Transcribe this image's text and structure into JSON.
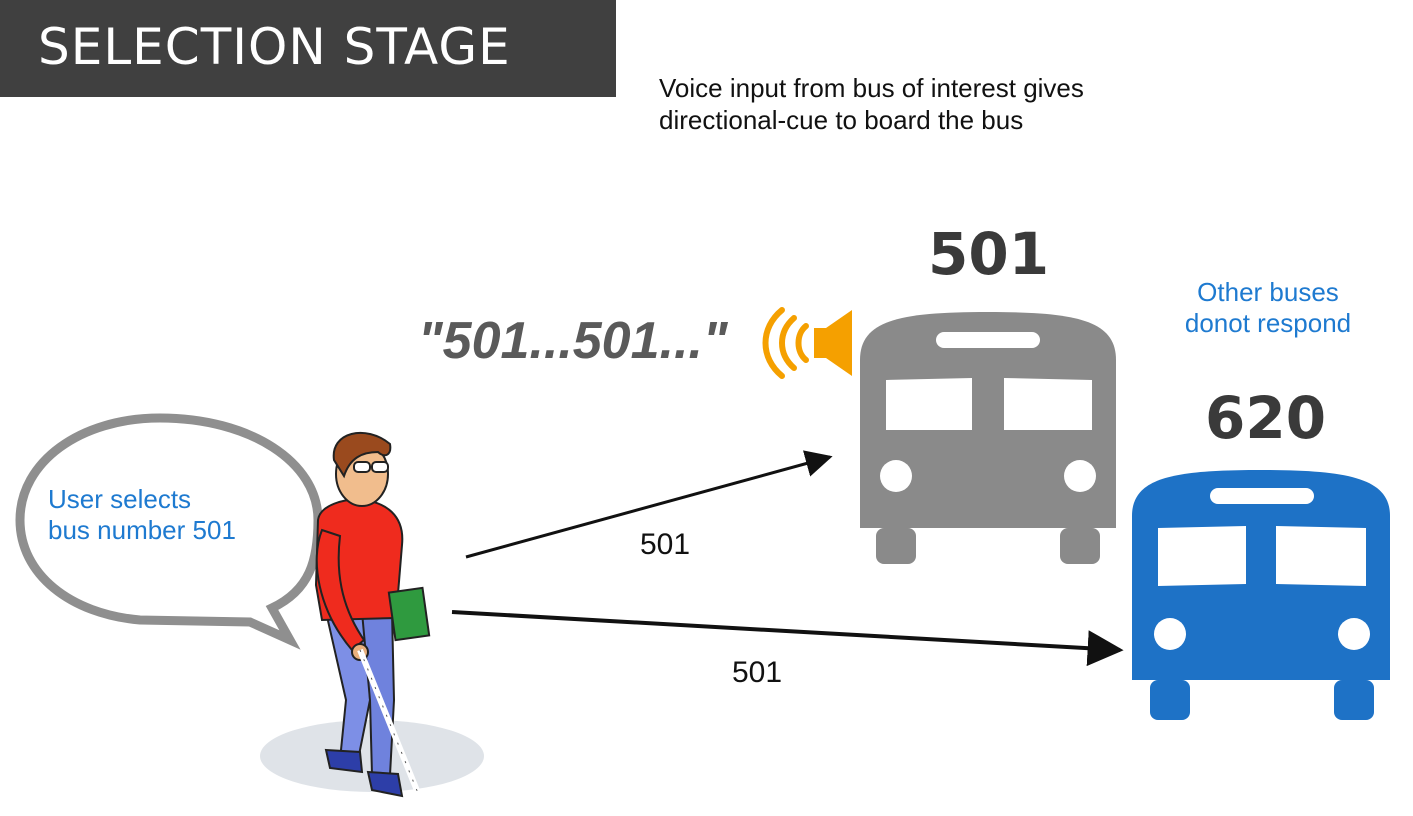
{
  "header": {
    "title": "SELECTION STAGE"
  },
  "caption": {
    "text": "Voice input from bus of interest gives\ndirectional-cue to board the bus"
  },
  "buses": {
    "selected": {
      "number": "501",
      "color": "#8a8a8a",
      "icon": "bus-icon"
    },
    "other": {
      "number": "620",
      "color": "#1e72c6",
      "icon": "bus-icon"
    }
  },
  "other_buses_note": "Other buses\ndonot respond",
  "spoken_announcement": "\"501...501...\"",
  "speaker": {
    "icon": "speaker-sound-icon",
    "color": "#f5a000"
  },
  "user": {
    "speech_bubble": "User selects\nbus number 501",
    "icon": "blind-person-with-cane-icon"
  },
  "signals": [
    {
      "label": "501",
      "target": "bus 501"
    },
    {
      "label": "501",
      "target": "bus 620"
    }
  ]
}
